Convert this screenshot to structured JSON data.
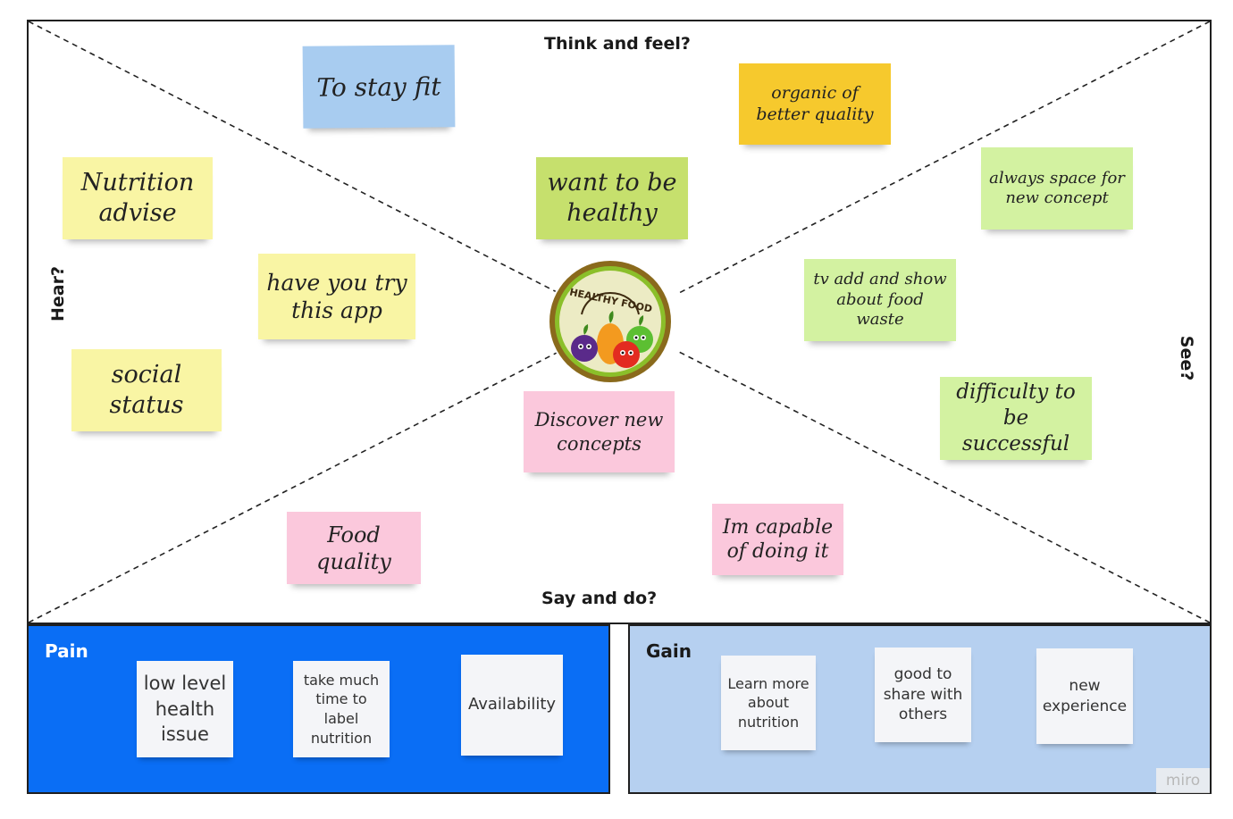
{
  "quadrants": {
    "think_feel": "Think and feel?",
    "say_do": "Say and do?",
    "hear": "Hear?",
    "see": "See?"
  },
  "logo": {
    "text": "HEALTHY FOOD",
    "icon": "fruit-characters-icon",
    "colors": {
      "ring": "#8a6a1c",
      "inner": "#ecebc4",
      "green": "#8bbf2a"
    }
  },
  "notes": {
    "stay_fit": "To stay fit",
    "organic": "organic of better quality",
    "nutrition_advise": "Nutrition advise",
    "want_healthy": "want to be healthy",
    "always_space": "always space for new concept",
    "try_app": "have you try this app",
    "tv_add": "tv add and show about food waste",
    "social_status": "social status",
    "difficulty": "difficulty to be successful",
    "discover": "Discover new concepts",
    "food_quality": "Food quality",
    "capable": "Im capable of doing it"
  },
  "pain": {
    "title": "Pain",
    "items": [
      "low level health issue",
      "take much time to label nutrition",
      "Availability"
    ]
  },
  "gain": {
    "title": "Gain",
    "items": [
      "Learn more about nutrition",
      "good to share with others",
      "new experience"
    ]
  },
  "watermark": "miro",
  "colors": {
    "pain_panel": "#0a6ef5",
    "gain_panel": "#b6d0f0",
    "yellow_note": "#f9f5a4",
    "blue_note": "#a8ccf0",
    "gold_note": "#f6c92d",
    "lime_note": "#c6e06d",
    "green_note": "#d3f2a1",
    "pink_note": "#fbc8dc"
  }
}
